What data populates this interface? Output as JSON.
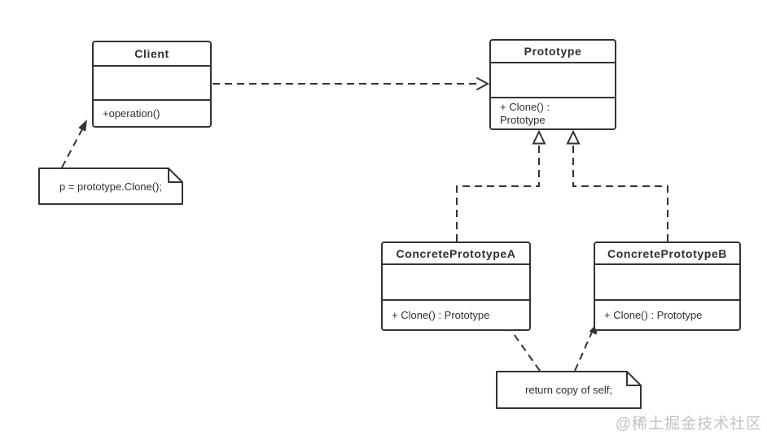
{
  "colors": {
    "stroke": "#333333",
    "text": "#2f2f2f",
    "background": "#ffffff",
    "watermark": "#c3c3c3"
  },
  "classes": {
    "client": {
      "title": "Client",
      "method": "+operation()"
    },
    "prototype": {
      "title": "Prototype",
      "method_lines": [
        "+ Clone() :",
        "Prototype"
      ]
    },
    "concrete_a": {
      "title": "ConcretePrototypeA",
      "method": "+ Clone() : Prototype"
    },
    "concrete_b": {
      "title": "ConcretePrototypeB",
      "method": "+ Clone() : Prototype"
    }
  },
  "notes": {
    "client_note": {
      "text": "p = prototype.Clone();"
    },
    "clone_note": {
      "text": "return copy of self;"
    }
  },
  "watermark": {
    "text": "@稀土掘金技术社区"
  }
}
